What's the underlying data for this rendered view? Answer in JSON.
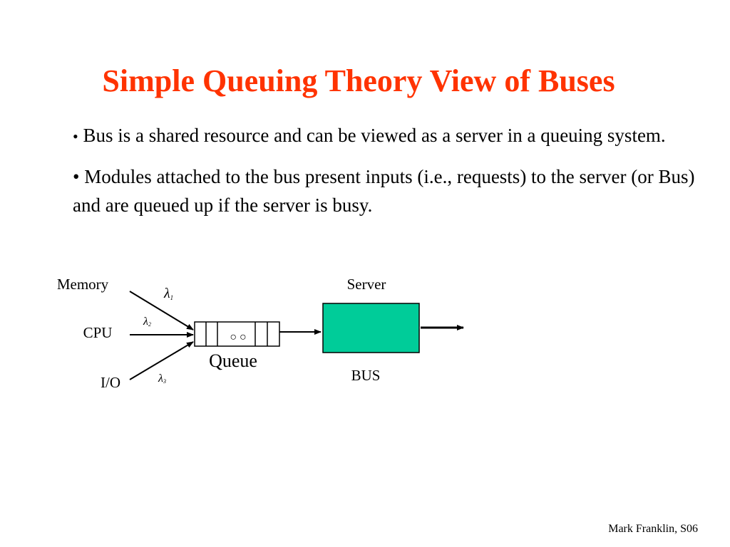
{
  "slide": {
    "title": "Simple Queuing Theory View of Buses",
    "bullets": [
      {
        "marker": "•",
        "text": "Bus is a shared resource and can be viewed as a server in a queuing system."
      },
      {
        "marker": "•",
        "text": "Modules attached to the bus present inputs  (i.e., requests) to the server (or Bus) and are queued up if the server is busy."
      }
    ],
    "diagram": {
      "sources": [
        "Memory",
        "CPU",
        "I/O"
      ],
      "arrival_rates": [
        {
          "symbol": "λ",
          "subscript": "1"
        },
        {
          "symbol": "λ",
          "subscript": "2"
        },
        {
          "symbol": "λ",
          "subscript": "3"
        }
      ],
      "queue_dots": "○ ○",
      "queue_label": "Queue",
      "server_label": "Server",
      "bus_label": "BUS",
      "server_color": "#00cc99"
    },
    "footer": "Mark Franklin, S06",
    "title_color": "#ff3300"
  }
}
